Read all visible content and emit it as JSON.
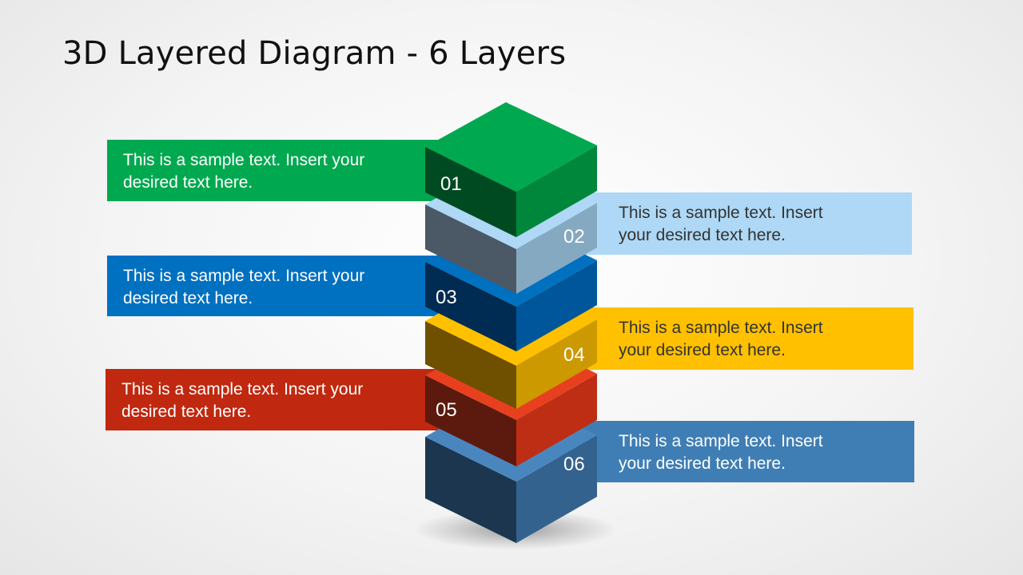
{
  "slide": {
    "title": "3D Layered Diagram - 6 Layers"
  },
  "layers": [
    {
      "number": "01",
      "text_line1": "This is a sample text. Insert your",
      "text_line2": "desired text here.",
      "side": "left",
      "colors": {
        "top": "#00A94F",
        "left": "#004A22",
        "right": "#00873C",
        "banner": "#00A94F",
        "banner_text": "#ffffff"
      }
    },
    {
      "number": "02",
      "text_line1": "This is a sample text. Insert",
      "text_line2": "your desired text here.",
      "side": "right",
      "colors": {
        "top": "#AED8F5",
        "left": "#4B5866",
        "right": "#86A9C2",
        "banner": "#AED8F5",
        "banner_text": "#333333"
      }
    },
    {
      "number": "03",
      "text_line1": "This is a sample text. Insert your",
      "text_line2": "desired text here.",
      "side": "left",
      "colors": {
        "top": "#0070C0",
        "left": "#002B52",
        "right": "#00569A",
        "banner": "#0070C0",
        "banner_text": "#ffffff"
      }
    },
    {
      "number": "04",
      "text_line1": "This is a sample text. Insert",
      "text_line2": "your desired text here.",
      "side": "right",
      "colors": {
        "top": "#FFC000",
        "left": "#6E5000",
        "right": "#CC9900",
        "banner": "#FFC000",
        "banner_text": "#333333"
      }
    },
    {
      "number": "05",
      "text_line1": "This is a sample text. Insert your",
      "text_line2": "desired text here.",
      "side": "left",
      "colors": {
        "top": "#E8401E",
        "left": "#5C1A0E",
        "right": "#BE2E15",
        "banner": "#C0280F",
        "banner_text": "#ffffff"
      }
    },
    {
      "number": "06",
      "text_line1": "This is a sample text. Insert",
      "text_line2": "your desired text here.",
      "side": "right",
      "colors": {
        "top": "#4A86BE",
        "left": "#1C3650",
        "right": "#33628F",
        "banner": "#3F7EB5",
        "banner_text": "#ffffff"
      }
    }
  ]
}
